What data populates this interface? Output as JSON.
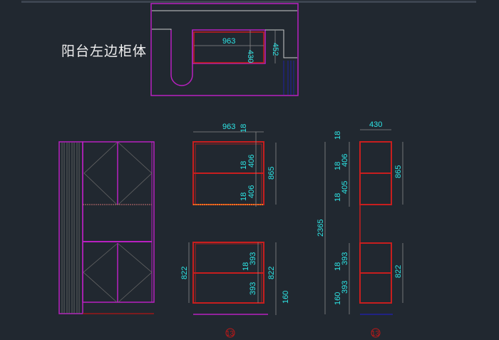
{
  "title": "阳台左边柜体",
  "colors": {
    "background": "#212830",
    "outline": "#c020c8",
    "cabinet": "#c81e1e",
    "dimension_text": "#2ee6e6",
    "dimension_line": "#8a8a8a",
    "wall": "#cccccc",
    "floor_blue": "#2020a0"
  },
  "plan_view": {
    "width_label": "963",
    "depth_label": "430",
    "outer_depth_label": "452"
  },
  "front_view": {
    "upper": {
      "width_label": "963",
      "top_gap": "18",
      "shelf1": "406",
      "mid_gap": "18",
      "shelf2": "406",
      "bottom_gap": "18",
      "height_label": "865"
    },
    "lower": {
      "left_height": "822",
      "shelf1": "393",
      "mid_gap": "18",
      "shelf2": "393",
      "right_height": "822",
      "plinth": "160"
    },
    "marker": "13"
  },
  "side_view": {
    "depth_label": "430",
    "total_height": "2365",
    "upper": {
      "top_gap": "18",
      "shelf1": "406",
      "mid_gap": "18",
      "shelf2": "405",
      "bottom_gap": "18",
      "height_label": "865"
    },
    "lower": {
      "shelf1": "393",
      "mid_gap": "18",
      "shelf2": "393",
      "plinth": "160",
      "height_label": "822"
    },
    "marker": "13"
  }
}
